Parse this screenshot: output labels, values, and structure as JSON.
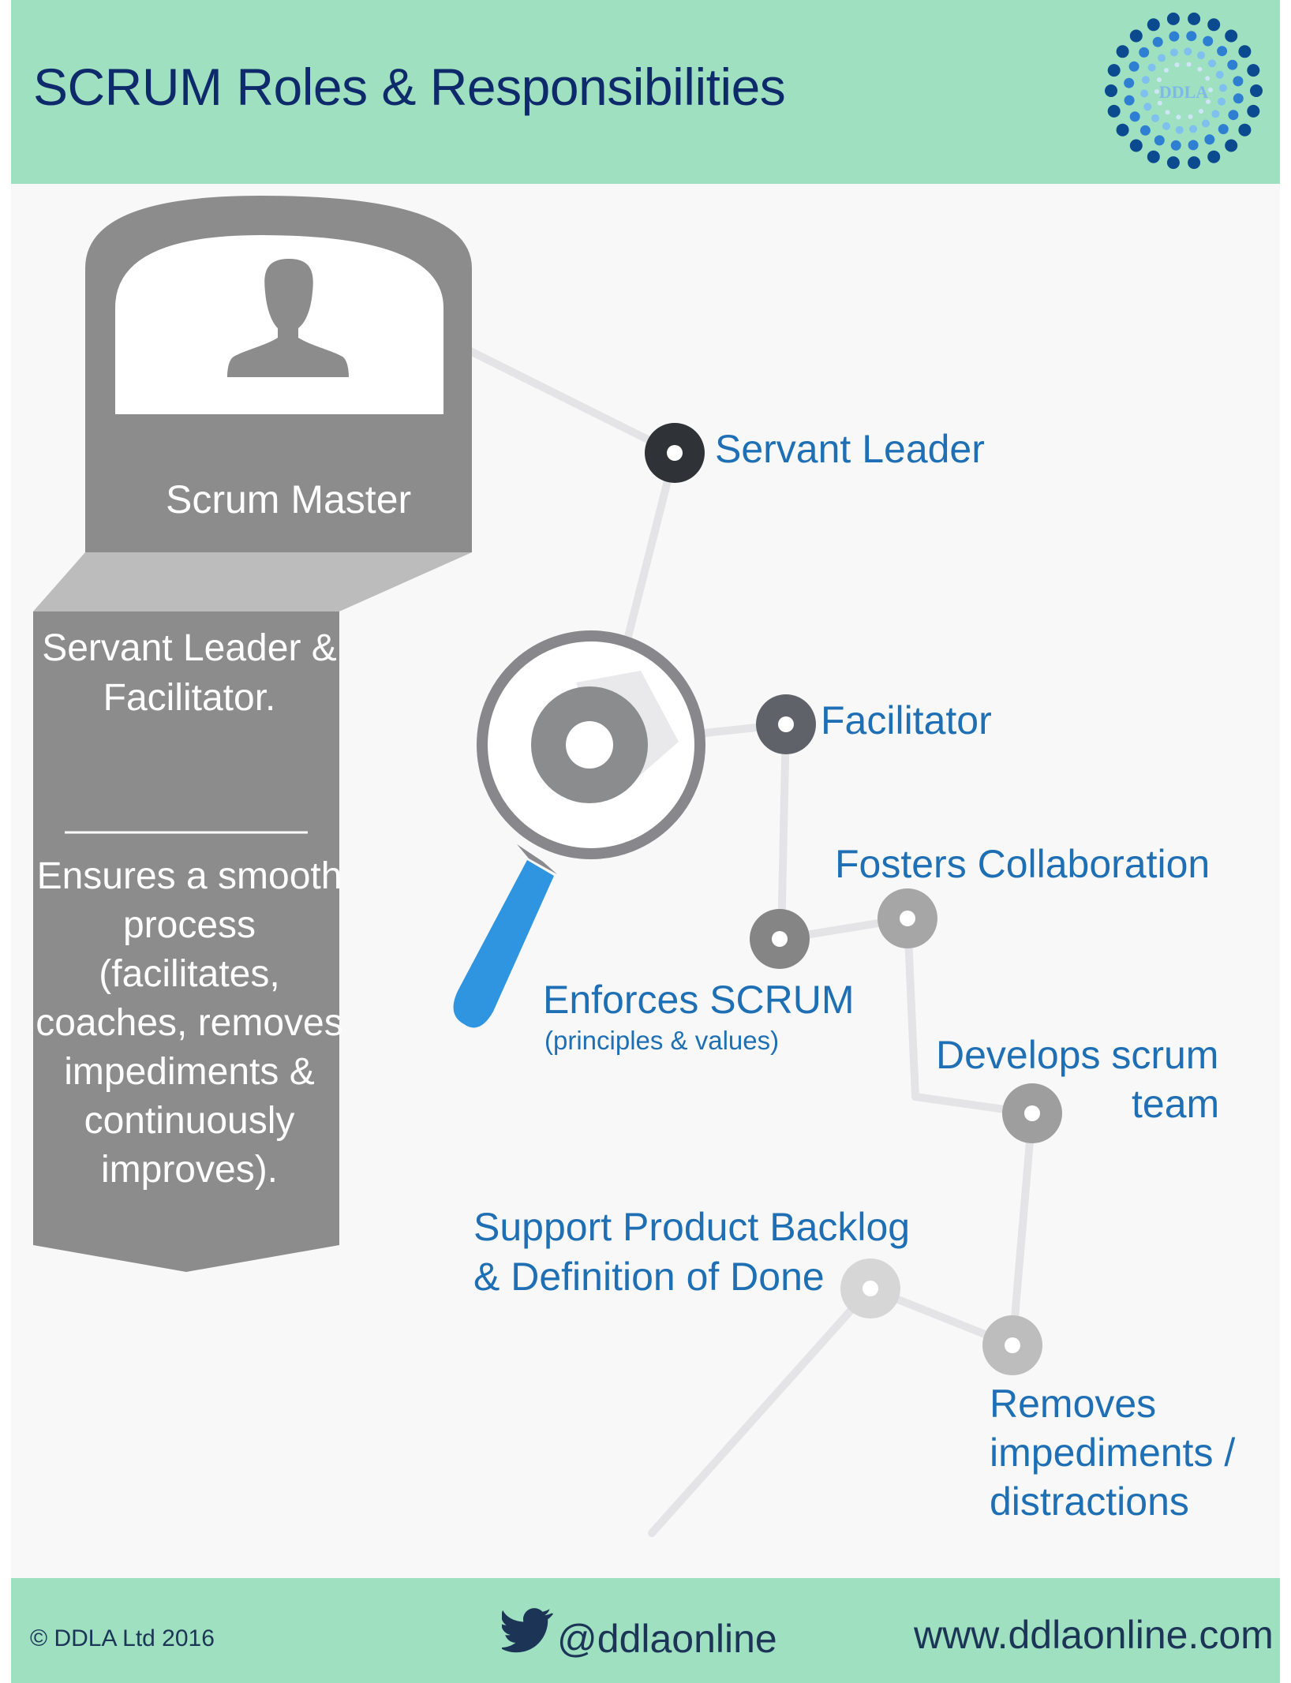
{
  "header": {
    "title": "SCRUM Roles & Responsibilities",
    "logo_text": "DDLA"
  },
  "badge": {
    "role": "Scrum Master",
    "summary": "Servant Leader & Facilitator.",
    "description": "Ensures a smooth process (facilitates, coaches, removes impediments & continuously improves)."
  },
  "nodes": {
    "servant_leader": "Servant Leader",
    "facilitator": "Facilitator",
    "fosters_collaboration": "Fosters Collaboration",
    "enforces_scrum": "Enforces SCRUM",
    "enforces_scrum_sub": "(principles & values)",
    "develops_team_line1": "Develops scrum",
    "develops_team_line2": "team",
    "support_backlog_line1": "Support Product Backlog",
    "support_backlog_line2": "& Definition of Done",
    "removes_line1": "Removes",
    "removes_line2": "impediments /",
    "removes_line3": "distractions"
  },
  "footer": {
    "copyright": "© DDLA Ltd 2016",
    "twitter": "@ddlaonline",
    "website": "www.ddlaonline.com"
  },
  "colors": {
    "band": "#9ee0c0",
    "label_blue": "#1f6fb5",
    "title_navy": "#0e2a6b",
    "badge_grey": "#8c8c8c",
    "magnifier_handle": "#2f95e0"
  }
}
